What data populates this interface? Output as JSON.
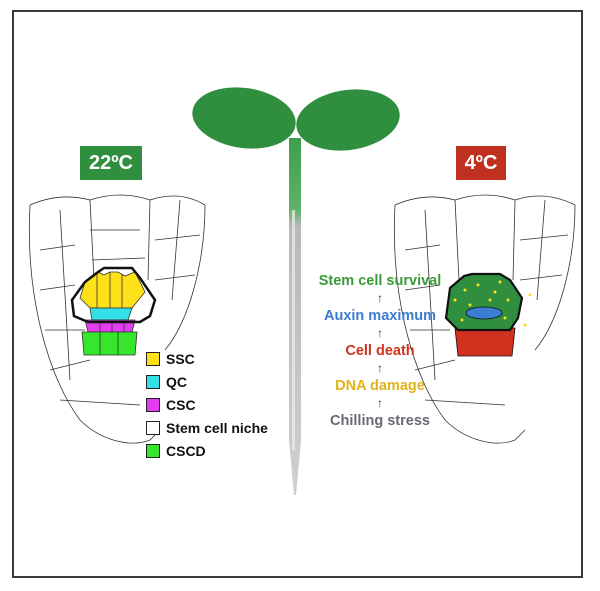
{
  "temps": {
    "left": "22ºC",
    "right": "4ºC"
  },
  "colors": {
    "green_badge": "#2f8f3e",
    "red_badge": "#c0301f",
    "ssc": "#ffe11a",
    "qc": "#32e0e6",
    "csc": "#e43cf0",
    "niche": "#ffffff",
    "cscd": "#35e62b",
    "cotyledon": "#2f8f3e"
  },
  "legend": [
    {
      "label": "SSC",
      "color": "#ffe11a"
    },
    {
      "label": "QC",
      "color": "#32e0e6"
    },
    {
      "label": "CSC",
      "color": "#e43cf0"
    },
    {
      "label": "Stem cell niche",
      "color": "#ffffff"
    },
    {
      "label": "CSCD",
      "color": "#35e62b"
    }
  ],
  "cascade": [
    {
      "label": "Stem cell survival",
      "color": "#3a9a3a"
    },
    {
      "label": "Auxin maximum",
      "color": "#3b7dd1"
    },
    {
      "label": "Cell death",
      "color": "#d0321f"
    },
    {
      "label": "DNA damage",
      "color": "#e2b21a"
    },
    {
      "label": "Chilling stress",
      "color": "#666a73"
    }
  ]
}
